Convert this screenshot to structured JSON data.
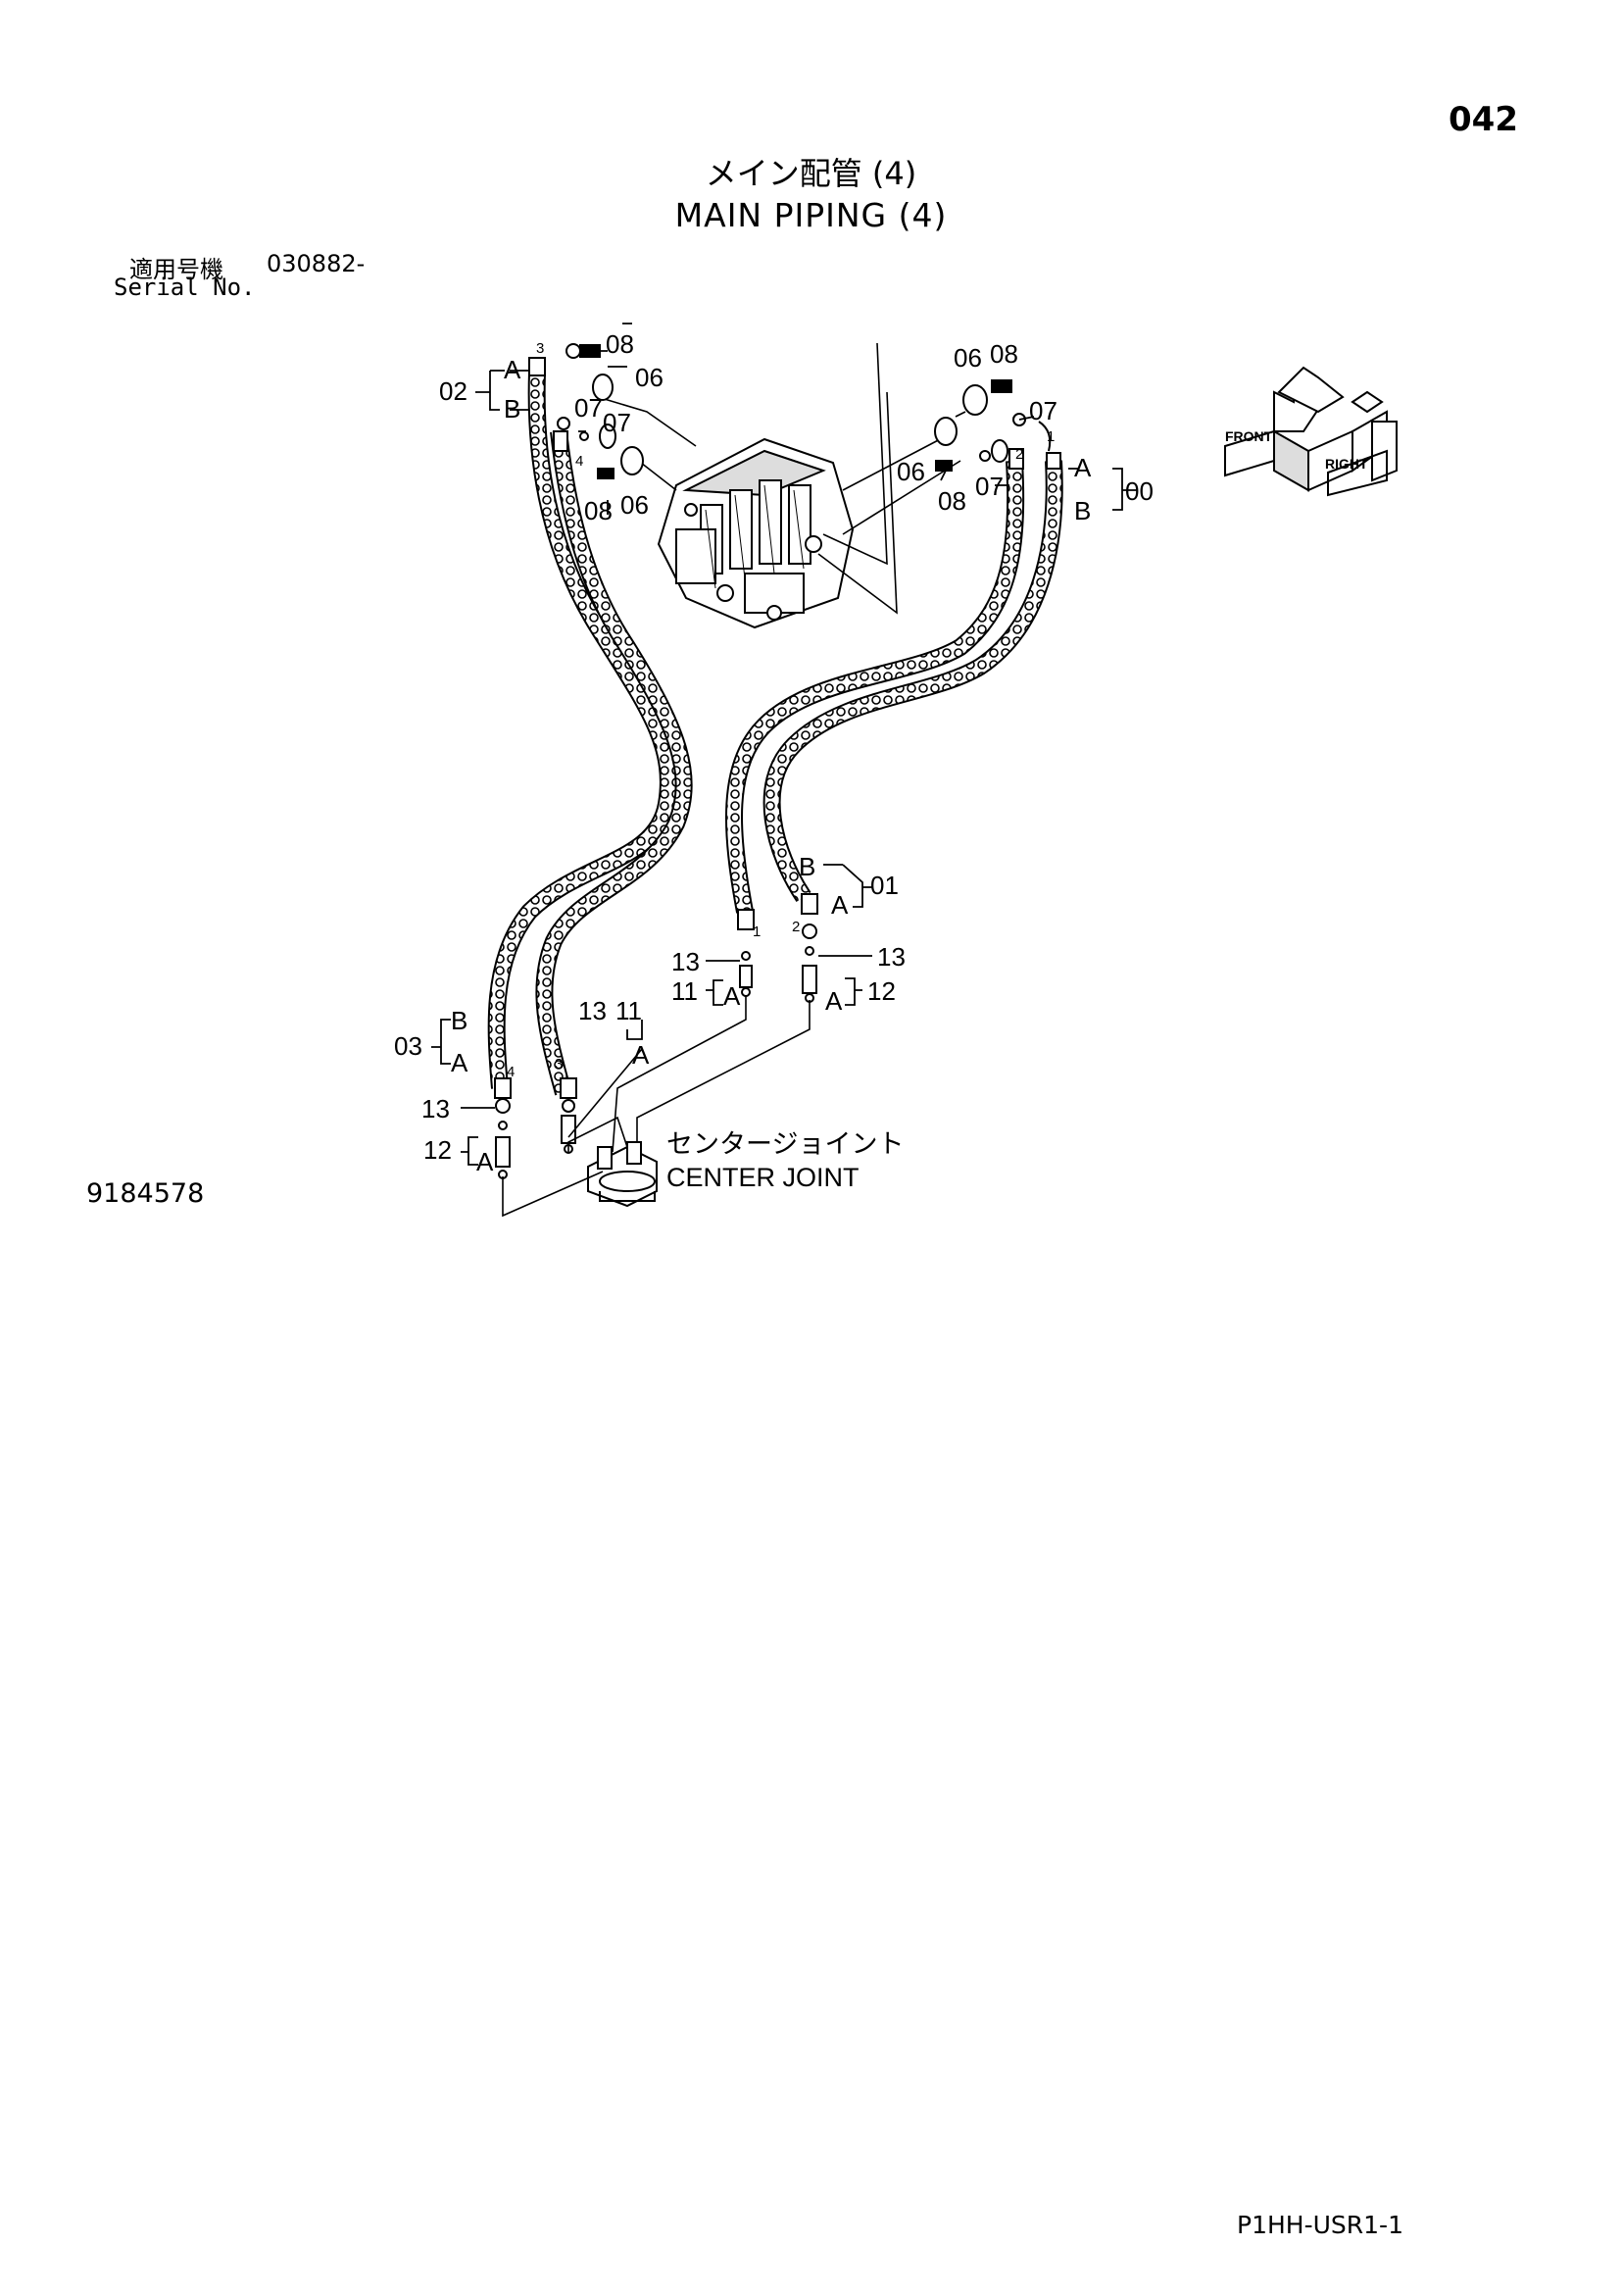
{
  "header": {
    "page_number": "042",
    "title_ja": "メイン配管 (4)",
    "title_en": "MAIN PIPING (4)",
    "serial_label_ja": "適用号機",
    "serial_value": "030882-",
    "serial_label_en": "Serial No."
  },
  "diagram": {
    "labels": {
      "part_00": "00",
      "part_01": "01",
      "part_02": "02",
      "part_03": "03",
      "part_06": "06",
      "part_07": "07",
      "part_08": "08",
      "part_11": "11",
      "part_12": "12",
      "part_13": "13",
      "end_a": "A",
      "end_b": "B",
      "idx_1": "1",
      "idx_2": "2",
      "idx_3": "3",
      "idx_4": "4"
    },
    "center_joint_ja": "センタージョイント",
    "center_joint_en": "CENTER JOINT",
    "orientation_front": "FRONT",
    "orientation_right": "RIGHT"
  },
  "footer": {
    "drawing_number": "9184578",
    "document_code": "P1HH-USR1-1"
  }
}
